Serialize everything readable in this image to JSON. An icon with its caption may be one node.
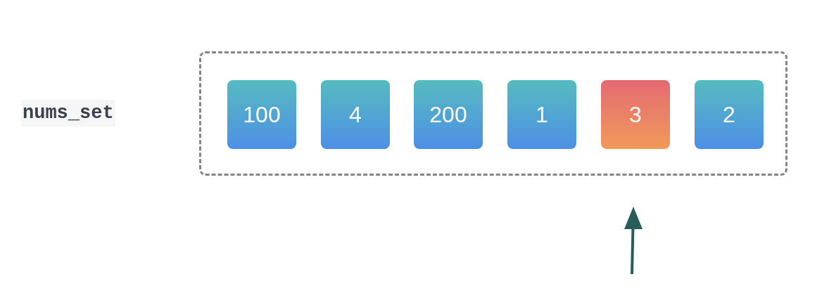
{
  "diagram": {
    "nodes": [
      {
        "text": [],
        "shape": "box"
      },
      {
        "text": [
          "100"
        ],
        "in": 0
      },
      {
        "text": [
          "4"
        ],
        "in": 0
      },
      {
        "text": [
          "200"
        ],
        "in": 0
      },
      {
        "text": [
          "1"
        ],
        "in": 0
      },
      {
        "text": [
          "3"
        ],
        "in": 0
      },
      {
        "text": [
          "2"
        ],
        "in": 0
      }
    ],
    "labels": [
      "nums_set"
    ]
  }
}
